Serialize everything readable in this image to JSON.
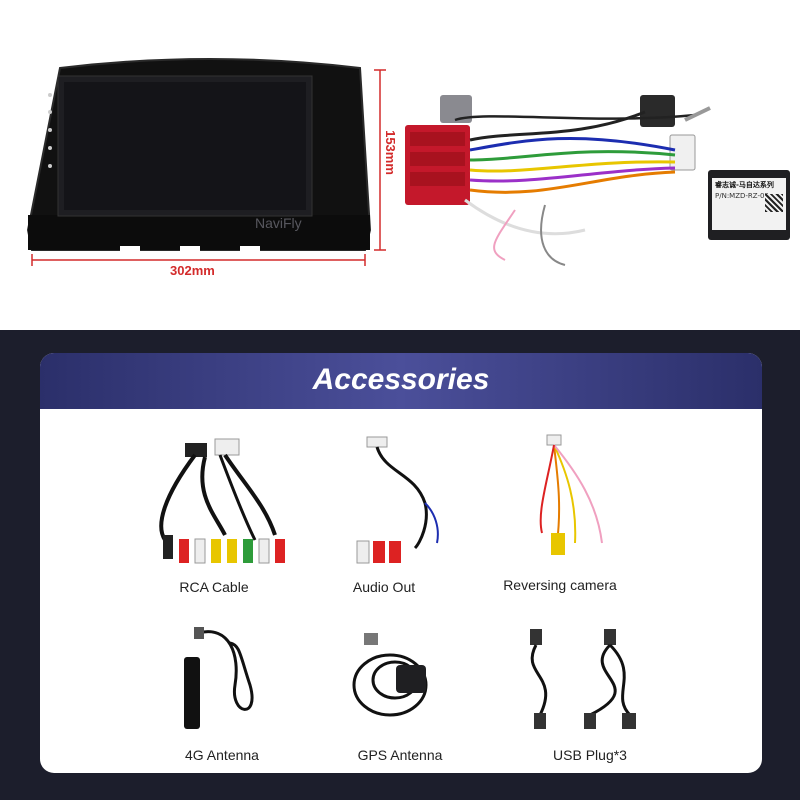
{
  "dimensions": {
    "width_label": "302mm",
    "height_label": "153mm"
  },
  "product": {
    "watermark": "NaviFly",
    "canbus_box_line1": "睿志诚-马自达系列",
    "canbus_box_line2": "P/N:MZD-RZ-05"
  },
  "accessories": {
    "title": "Accessories",
    "items": [
      {
        "label": "RCA Cable"
      },
      {
        "label": "Audio Out"
      },
      {
        "label": "Reversing camera"
      },
      {
        "label": "4G Antenna"
      },
      {
        "label": "GPS Antenna"
      },
      {
        "label": "USB Plug*3"
      }
    ]
  },
  "colors": {
    "dim_red": "#d32b2b",
    "dark_bg": "#1c1e2c",
    "header_blue": "#3b3f85"
  }
}
